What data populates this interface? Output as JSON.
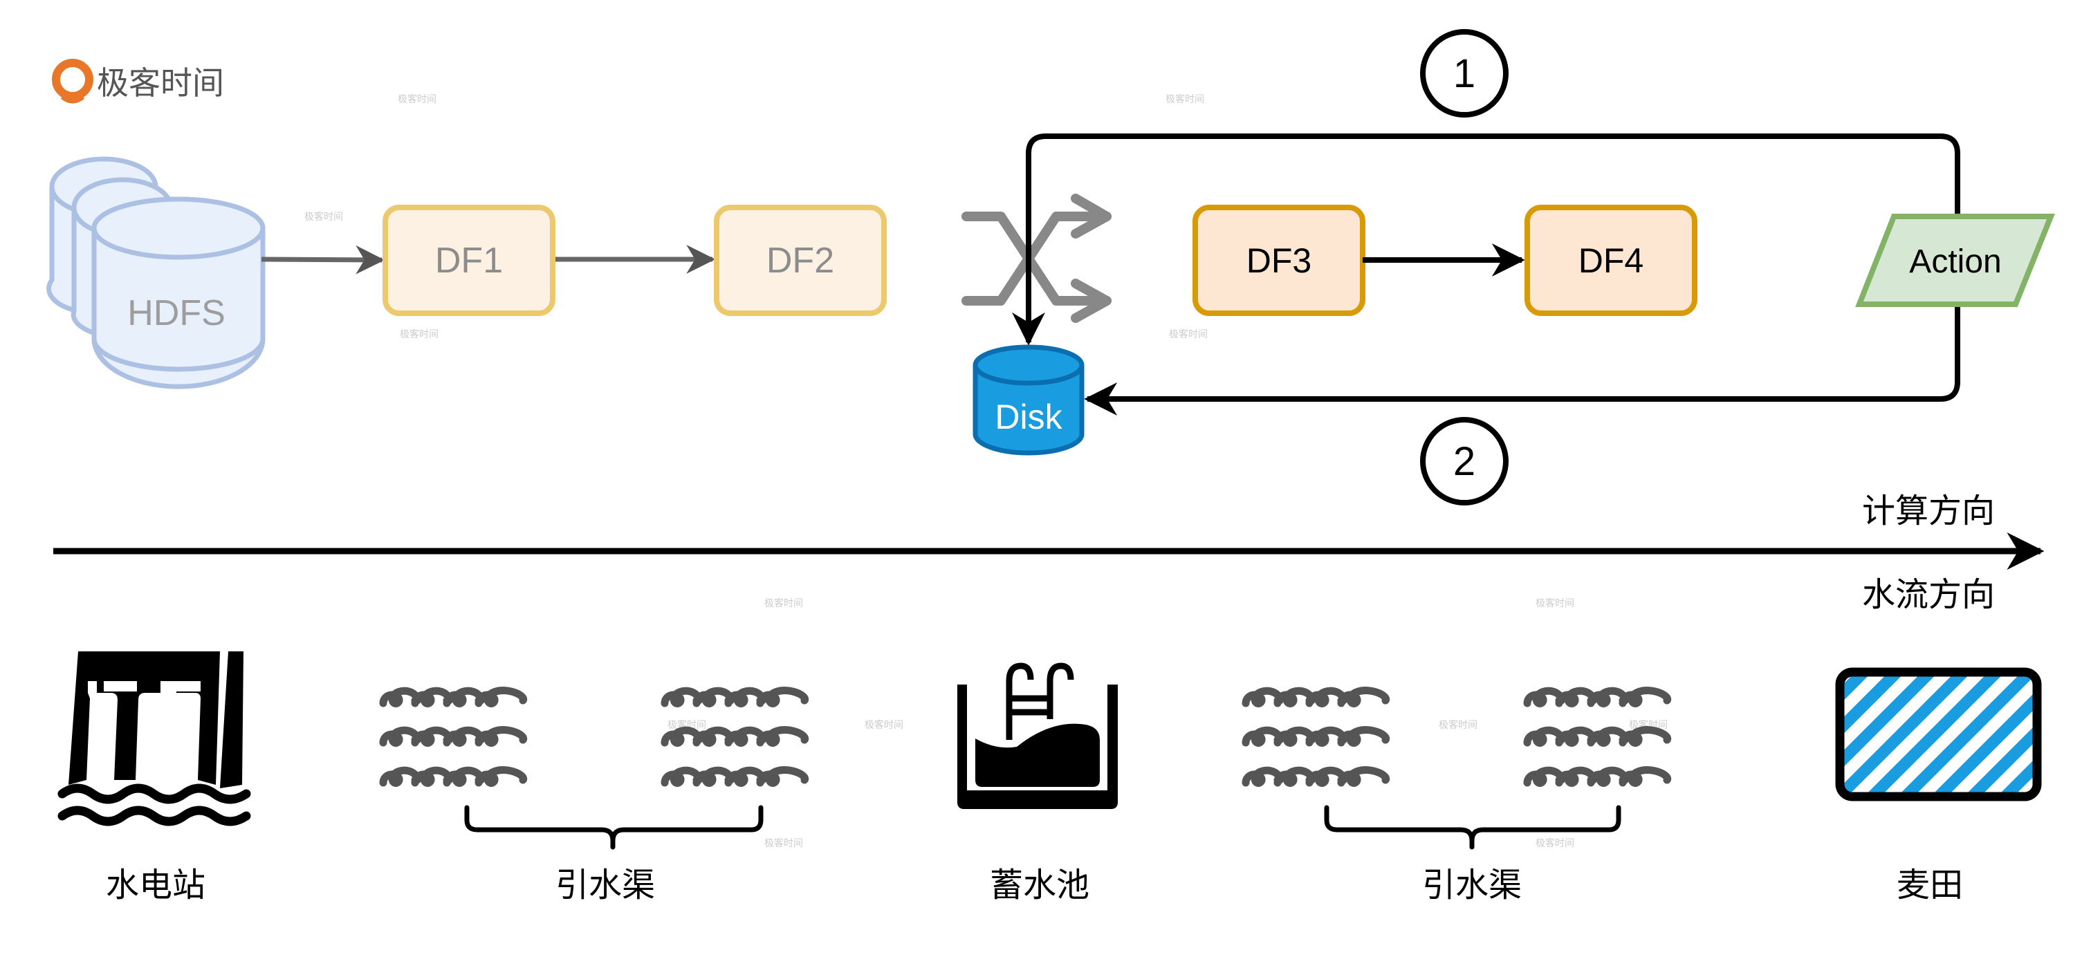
{
  "brand": {
    "name": "极客时间",
    "watermark": "极客时间",
    "icon": "geektime-logo-icon",
    "colors": {
      "icon": "#e8772a",
      "text": "#555555"
    }
  },
  "pipeline": {
    "source": {
      "label": "HDFS",
      "icon": "database-stack-icon"
    },
    "faded_nodes": [
      {
        "id": "df1",
        "label": "DF1"
      },
      {
        "id": "df2",
        "label": "DF2"
      }
    ],
    "shuffle": {
      "icon": "shuffle-icon"
    },
    "disk": {
      "label": "Disk",
      "icon": "disk-cylinder-icon"
    },
    "active_nodes": [
      {
        "id": "df3",
        "label": "DF3"
      },
      {
        "id": "df4",
        "label": "DF4"
      }
    ],
    "action": {
      "label": "Action"
    },
    "markers": [
      {
        "id": "marker-1",
        "label": "1"
      },
      {
        "id": "marker-2",
        "label": "2"
      }
    ],
    "edges": [
      {
        "from": "HDFS",
        "to": "DF1",
        "style": "faded"
      },
      {
        "from": "DF1",
        "to": "DF2",
        "style": "faded"
      },
      {
        "from": "DF3",
        "to": "DF4",
        "style": "solid"
      },
      {
        "from": "Action",
        "to": "Disk",
        "style": "solid",
        "route": "top",
        "marker": "1"
      },
      {
        "from": "Action",
        "to": "Disk",
        "style": "solid",
        "route": "bottom",
        "marker": "2"
      }
    ]
  },
  "axis": {
    "label_top": "计算方向",
    "label_bottom": "水流方向"
  },
  "water_flow": [
    {
      "label": "水电站",
      "icon": "hydropower-station-icon"
    },
    {
      "label": "引水渠",
      "icon": "water-waves-icon"
    },
    {
      "label": "蓄水池",
      "icon": "reservoir-pool-icon"
    },
    {
      "label": "引水渠",
      "icon": "water-waves-icon"
    },
    {
      "label": "麦田",
      "icon": "wheat-field-icon"
    }
  ],
  "colors": {
    "faded_box_fill": "#fdf1e4",
    "faded_box_stroke": "#edc96e",
    "faded_text": "#8c8c8c",
    "active_box_fill": "#fde7d2",
    "active_box_stroke": "#d99a08",
    "action_fill": "#d6e8d4",
    "action_stroke": "#82b366",
    "hdfs_fill": "#dfeafa",
    "hdfs_stroke": "#9db6dd",
    "disk_fill": "#1a9de0",
    "disk_stroke": "#0b6eb0",
    "wave": "#555555",
    "field_hatch": "#1a9de0"
  }
}
